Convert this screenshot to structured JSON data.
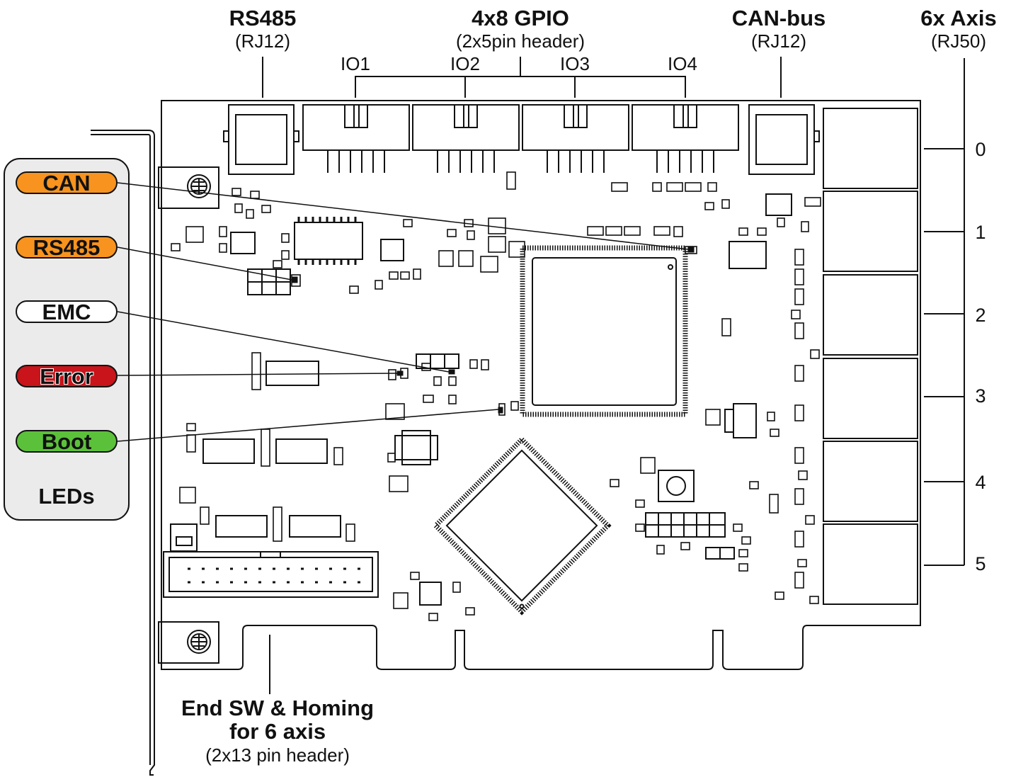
{
  "labels": {
    "rs485_title": "RS485",
    "rs485_sub": "(RJ12)",
    "gpio_title": "4x8 GPIO",
    "gpio_sub": "(2x5pin header)",
    "io1": "IO1",
    "io2": "IO2",
    "io3": "IO3",
    "io4": "IO4",
    "canbus_title": "CAN-bus",
    "canbus_sub": "(RJ12)",
    "axis_title": "6x Axis",
    "axis_sub": "(RJ50)",
    "endsw_line1": "End SW & Homing",
    "endsw_line2": "for 6 axis",
    "endsw_sub": "(2x13 pin header)"
  },
  "axis_numbers": [
    "0",
    "1",
    "2",
    "3",
    "4",
    "5"
  ],
  "leds": {
    "title": "LEDs",
    "items": [
      {
        "label": "CAN",
        "color": "#f7931e"
      },
      {
        "label": "RS485",
        "color": "#f7931e"
      },
      {
        "label": "EMC",
        "color": "#ffffff"
      },
      {
        "label": "Error",
        "color": "#c8141a"
      },
      {
        "label": "Boot",
        "color": "#5cc13a"
      }
    ]
  },
  "colors": {
    "line": "#111111",
    "panel": "#ebebeb",
    "board_fill": "#ffffff"
  }
}
